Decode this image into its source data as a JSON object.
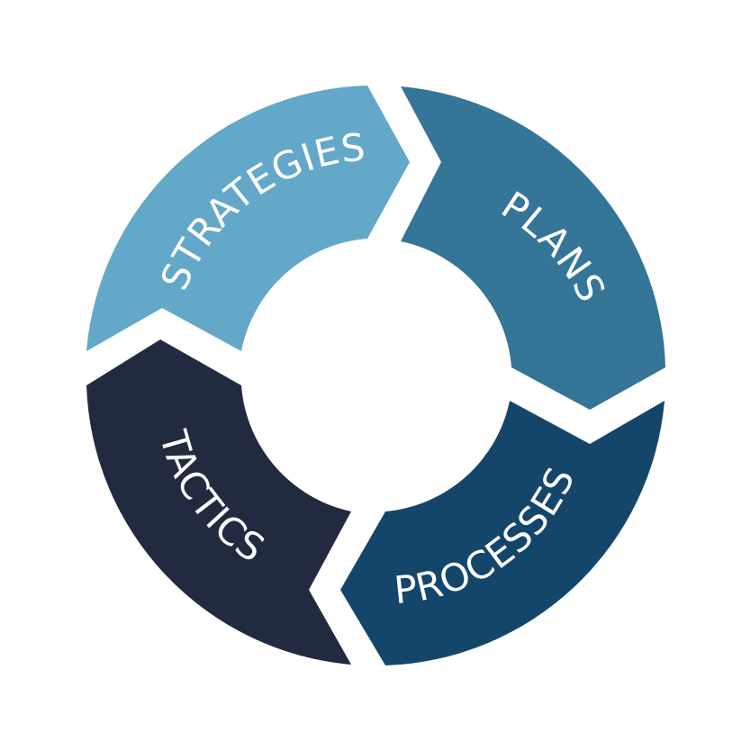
{
  "segments": [
    {
      "label": "STRATEGIES",
      "color": "#63a8c9"
    },
    {
      "label": "PLANS",
      "color": "#347598"
    },
    {
      "label": "PROCESSES",
      "color": "#14466b"
    },
    {
      "label": "TACTICS",
      "color": "#212a3f"
    }
  ],
  "background": "#ffffff"
}
